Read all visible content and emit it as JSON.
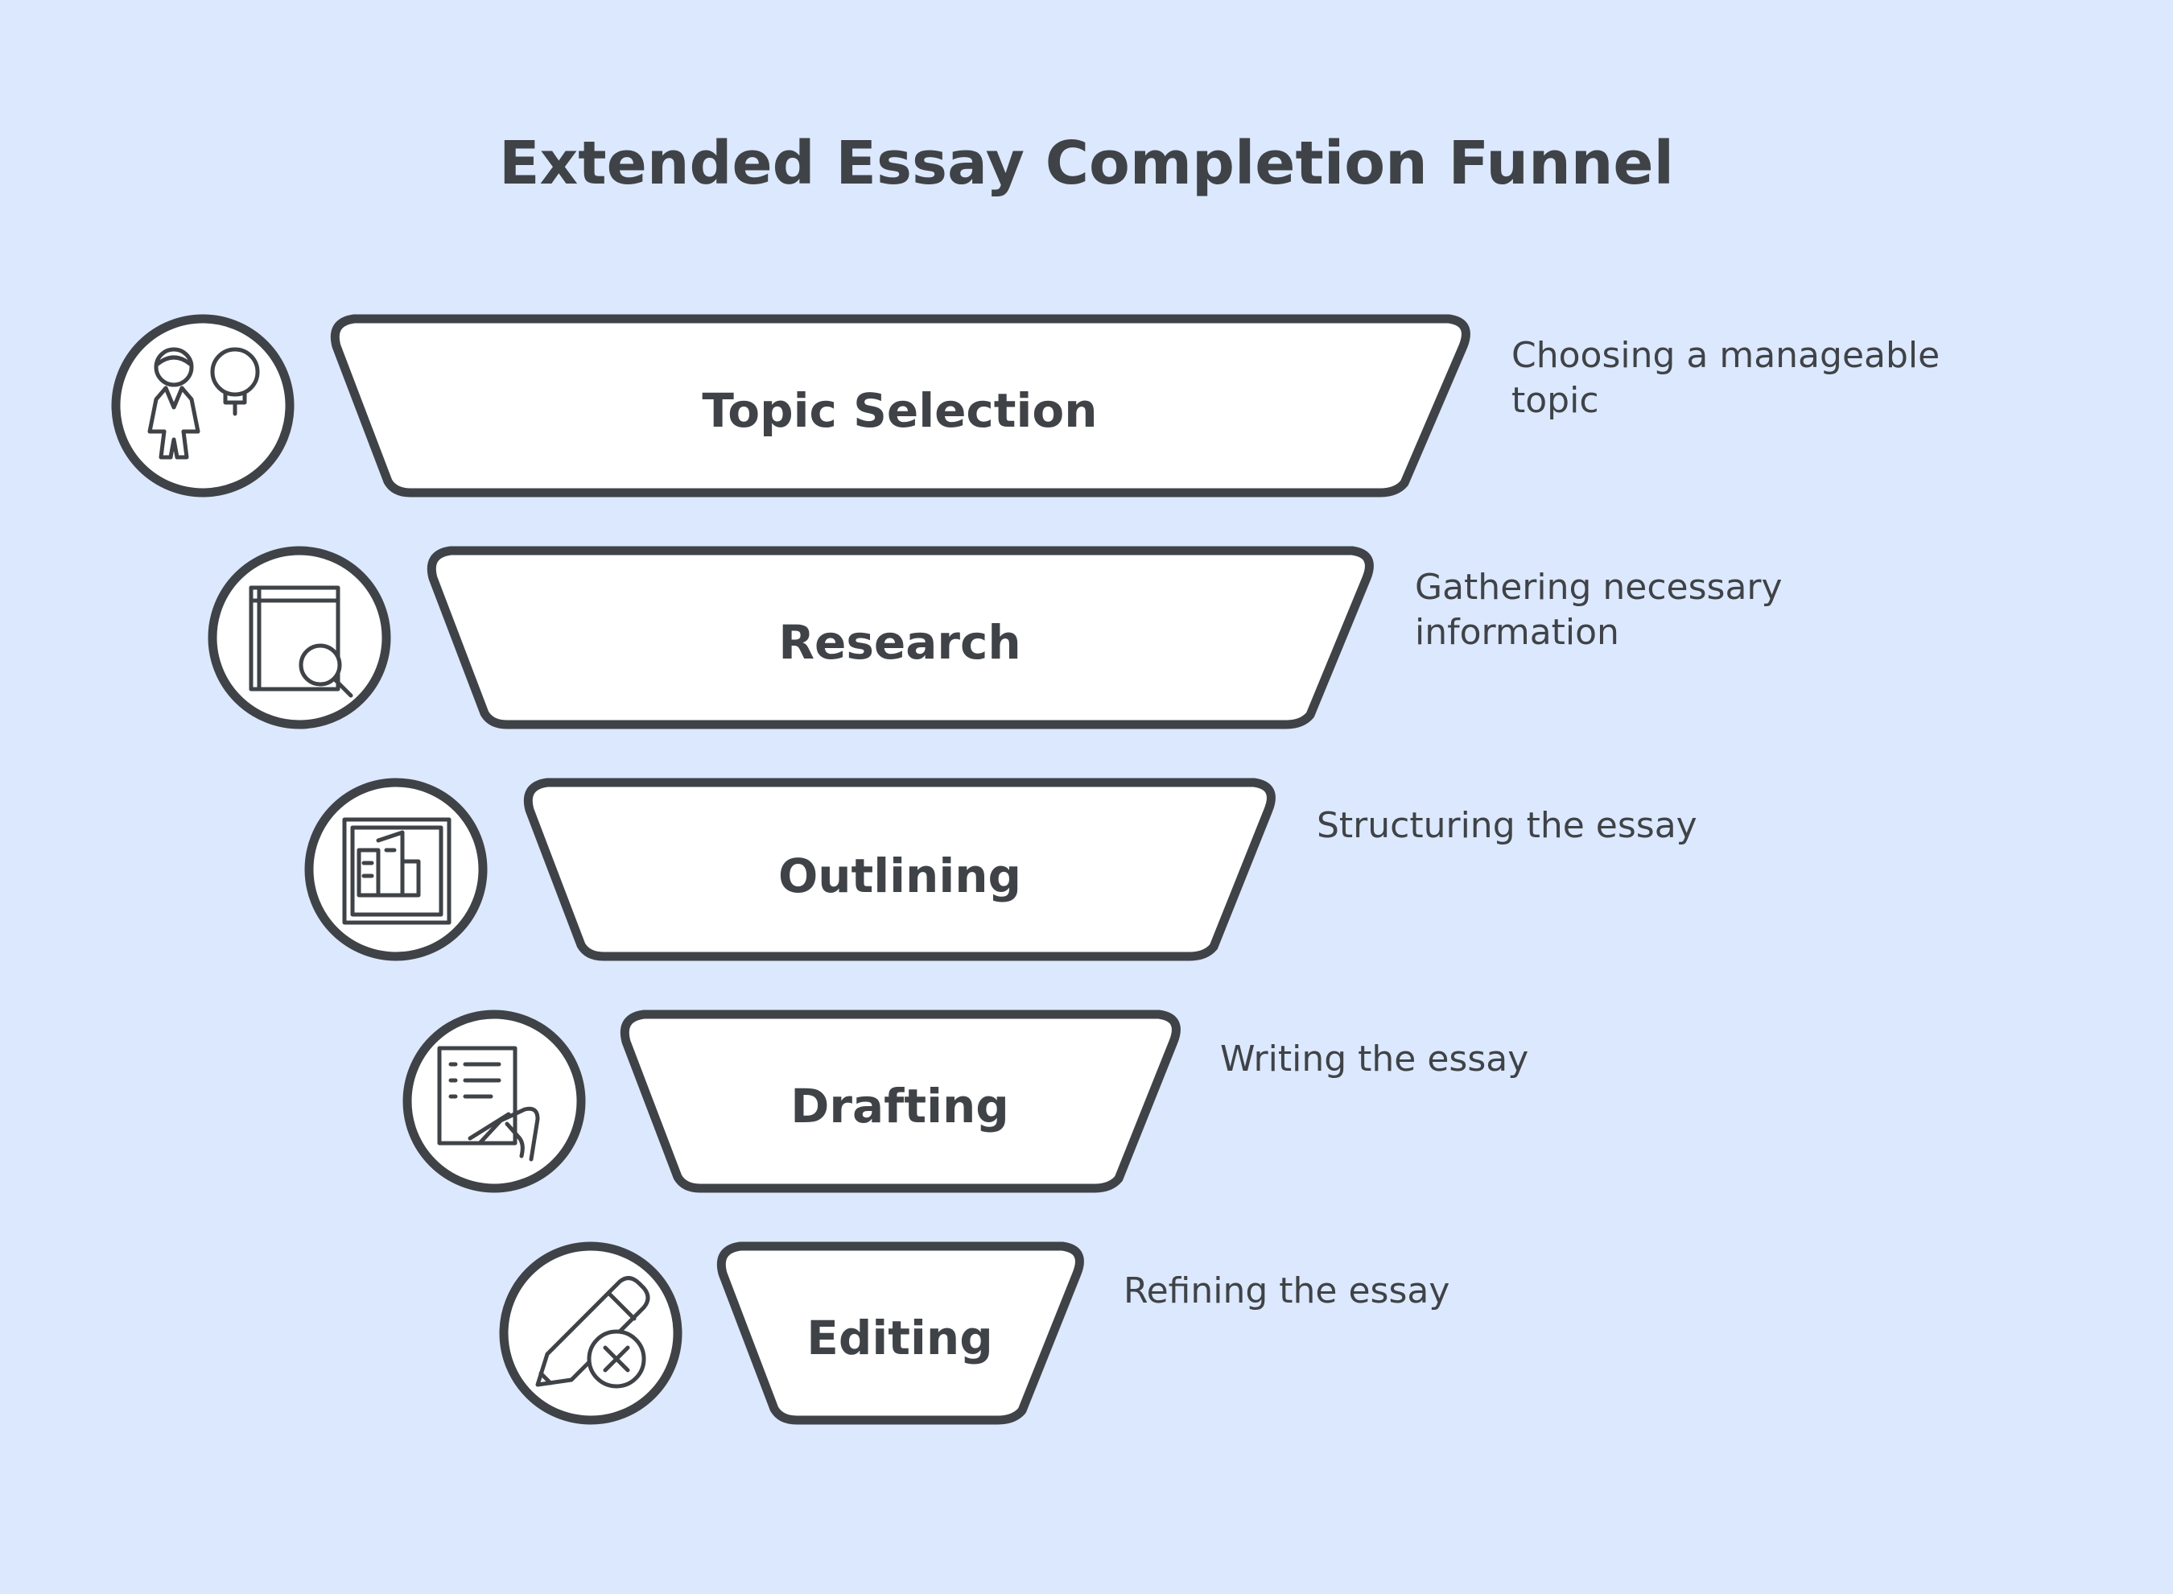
{
  "title": "Extended Essay Completion Funnel",
  "colors": {
    "background": "#dce8fd",
    "stroke": "#3f4347",
    "fill": "#ffffff",
    "text": "#3f4347"
  },
  "stages": [
    {
      "label": "Topic Selection",
      "description": [
        "Choosing a manageable",
        "topic"
      ],
      "icon": "person-lightbulb-icon"
    },
    {
      "label": "Research",
      "description": [
        "Gathering necessary",
        "information"
      ],
      "icon": "book-magnifier-icon"
    },
    {
      "label": "Outlining",
      "description": [
        "Structuring the essay"
      ],
      "icon": "blueprint-layout-icon"
    },
    {
      "label": "Drafting",
      "description": [
        "Writing the essay"
      ],
      "icon": "hand-writing-list-icon"
    },
    {
      "label": "Editing",
      "description": [
        "Refining the essay"
      ],
      "icon": "pencil-delete-icon"
    }
  ]
}
